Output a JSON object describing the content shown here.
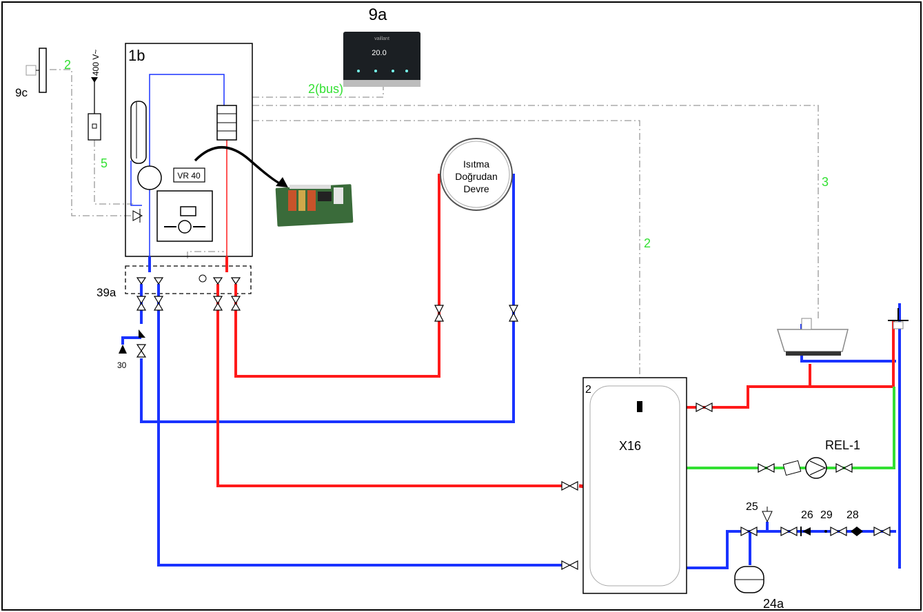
{
  "labels": {
    "boiler": "1b",
    "controller": "9a",
    "sensor": "9c",
    "tank": "2",
    "fitting_group": "39a",
    "fill_valve": "30",
    "module": "VR 40",
    "tank_sensor": "X16",
    "circ_pump": "REL-1",
    "safety_valve": "25",
    "check_valve": "26",
    "strainer": "29",
    "reducer": "28",
    "expansion": "24a",
    "power": "400 V~"
  },
  "circuit": {
    "line1": "Isıtma",
    "line2": "Doğrudan",
    "line3": "Devre"
  },
  "wires": {
    "sensor_wire": "2",
    "power_wire": "5",
    "bus": "2(bus)",
    "pump_wire": "3",
    "tank_wire": "2"
  },
  "controller_screen": {
    "brand": "vaillant",
    "temp": "20.0"
  },
  "colors": {
    "hot": "#ff1a1a",
    "cold": "#1a33ff",
    "recirc": "#33e033",
    "wire": "#999999"
  }
}
